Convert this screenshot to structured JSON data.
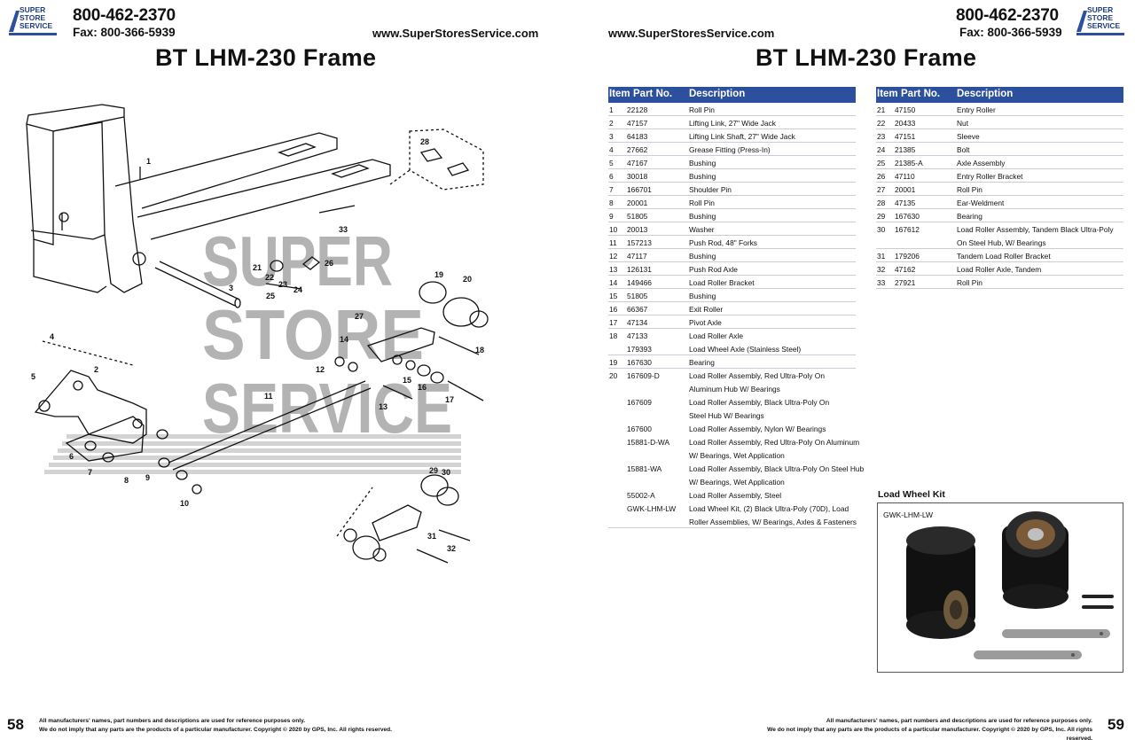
{
  "brand": {
    "logo_text": [
      "SUPER",
      "STORE",
      "SERVICE"
    ],
    "accent_color": "#2c4f9e"
  },
  "header": {
    "phone": "800-462-2370",
    "fax": "Fax: 800-366-5939",
    "url": "www.SuperStoresService.com"
  },
  "title": "BT LHM-230 Frame",
  "watermark": [
    "SUPER",
    "STORE",
    "SERVICE"
  ],
  "diagram": {
    "labels": [
      "1",
      "2",
      "3",
      "4",
      "5",
      "6",
      "7",
      "8",
      "9",
      "10",
      "11",
      "12",
      "13",
      "14",
      "15",
      "16",
      "17",
      "18",
      "19",
      "20",
      "21",
      "22",
      "23",
      "24",
      "25",
      "26",
      "27",
      "28",
      "29",
      "30",
      "31",
      "32",
      "33"
    ]
  },
  "table_headers": {
    "item": "Item",
    "part": "Part No.",
    "desc": "Description"
  },
  "parts_left": [
    {
      "item": "1",
      "part": "22128",
      "desc": "Roll Pin"
    },
    {
      "item": "2",
      "part": "47157",
      "desc": "Lifting Link, 27\" Wide Jack"
    },
    {
      "item": "3",
      "part": "64183",
      "desc": "Lifting Link Shaft, 27\" Wide Jack"
    },
    {
      "item": "4",
      "part": "27662",
      "desc": "Grease Fitting (Press-In)"
    },
    {
      "item": "5",
      "part": "47167",
      "desc": "Bushing"
    },
    {
      "item": "6",
      "part": "30018",
      "desc": "Bushing"
    },
    {
      "item": "7",
      "part": "166701",
      "desc": "Shoulder Pin"
    },
    {
      "item": "8",
      "part": "20001",
      "desc": "Roll Pin"
    },
    {
      "item": "9",
      "part": "51805",
      "desc": "Bushing"
    },
    {
      "item": "10",
      "part": "20013",
      "desc": "Washer"
    },
    {
      "item": "11",
      "part": "157213",
      "desc": "Push Rod, 48\" Forks"
    },
    {
      "item": "12",
      "part": "47117",
      "desc": "Bushing"
    },
    {
      "item": "13",
      "part": "126131",
      "desc": "Push Rod Axle"
    },
    {
      "item": "14",
      "part": "149466",
      "desc": "Load Roller Bracket"
    },
    {
      "item": "15",
      "part": "51805",
      "desc": "Bushing"
    },
    {
      "item": "16",
      "part": "66367",
      "desc": "Exit Roller"
    },
    {
      "item": "17",
      "part": "47134",
      "desc": "Pivot Axle"
    },
    {
      "item": "18",
      "part": "47133",
      "desc": "Load Roller Axle",
      "cont": true
    },
    {
      "item": "",
      "part": "179393",
      "desc": "Load Wheel Axle (Stainless Steel)"
    },
    {
      "item": "19",
      "part": "167630",
      "desc": "Bearing"
    },
    {
      "item": "20",
      "part": "167609-D",
      "desc": "Load Roller Assembly, Red Ultra-Poly On",
      "cont": true
    },
    {
      "item": "",
      "part": "",
      "desc": "Aluminum Hub W/ Bearings",
      "cont": true
    },
    {
      "item": "",
      "part": "167609",
      "desc": "Load Roller Assembly, Black Ultra-Poly On",
      "cont": true
    },
    {
      "item": "",
      "part": "",
      "desc": "Steel Hub W/ Bearings",
      "cont": true
    },
    {
      "item": "",
      "part": "167600",
      "desc": "Load Roller Assembly, Nylon W/ Bearings",
      "cont": true
    },
    {
      "item": "",
      "part": "15881-D-WA",
      "desc": "Load Roller Assembly, Red Ultra-Poly On Aluminum",
      "cont": true
    },
    {
      "item": "",
      "part": "",
      "desc": "W/ Bearings, Wet Application",
      "cont": true
    },
    {
      "item": "",
      "part": "15881-WA",
      "desc": "Load Roller Assembly, Black Ultra-Poly On Steel Hub",
      "cont": true
    },
    {
      "item": "",
      "part": "",
      "desc": "W/ Bearings, Wet Application",
      "cont": true
    },
    {
      "item": "",
      "part": "55002-A",
      "desc": "Load Roller Assembly, Steel",
      "cont": true
    },
    {
      "item": "",
      "part": "GWK-LHM-LW",
      "desc": "Load Wheel Kit, (2) Black Ultra-Poly (70D), Load",
      "cont": true
    },
    {
      "item": "",
      "part": "",
      "desc": "Roller Assemblies, W/ Bearings, Axles & Fasteners"
    }
  ],
  "parts_right": [
    {
      "item": "21",
      "part": "47150",
      "desc": "Entry Roller"
    },
    {
      "item": "22",
      "part": "20433",
      "desc": "Nut"
    },
    {
      "item": "23",
      "part": "47151",
      "desc": "Sleeve"
    },
    {
      "item": "24",
      "part": "21385",
      "desc": "Bolt"
    },
    {
      "item": "25",
      "part": "21385-A",
      "desc": "Axle Assembly"
    },
    {
      "item": "26",
      "part": "47110",
      "desc": "Entry Roller Bracket"
    },
    {
      "item": "27",
      "part": "20001",
      "desc": "Roll Pin"
    },
    {
      "item": "28",
      "part": "47135",
      "desc": "Ear-Weldment"
    },
    {
      "item": "29",
      "part": "167630",
      "desc": "Bearing"
    },
    {
      "item": "30",
      "part": "167612",
      "desc": "Load Roller Assembly, Tandem Black Ultra-Poly",
      "cont": true
    },
    {
      "item": "",
      "part": "",
      "desc": "On Steel Hub, W/ Bearings"
    },
    {
      "item": "31",
      "part": "179206",
      "desc": "Tandem Load Roller Bracket"
    },
    {
      "item": "32",
      "part": "47162",
      "desc": "Load Roller Axle, Tandem"
    },
    {
      "item": "33",
      "part": "27921",
      "desc": "Roll Pin"
    }
  ],
  "kit": {
    "title": "Load Wheel Kit",
    "code": "GWK-LHM-LW"
  },
  "footer": {
    "page_left": "58",
    "page_right": "59",
    "disclaimer_1": "All manufacturers' names, part numbers and descriptions are used for reference purposes only.",
    "disclaimer_2": "We do not imply that any parts are the products of a particular manufacturer. Copyright © 2020 by GPS, Inc. All rights reserved."
  }
}
